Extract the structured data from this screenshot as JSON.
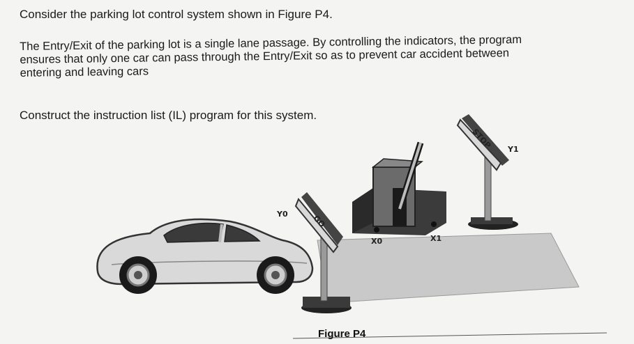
{
  "question": {
    "line1": "Consider the parking lot control system shown in Figure P4.",
    "paragraph": [
      "The Entry/Exit of the parking lot is a single lane passage. By controlling the indicators, the program",
      "ensures that only one car can pass through the Entry/Exit so as to prevent car accident between",
      "entering and leaving cars"
    ],
    "line3": "Construct the instruction list (IL) program for this system."
  },
  "figure": {
    "caption": "Figure P4",
    "labels": {
      "y0": "Y0",
      "y1": "Y1",
      "x0": "X0",
      "x1": "X1",
      "go_sign": "GO",
      "stop_sign": "STOP"
    }
  }
}
